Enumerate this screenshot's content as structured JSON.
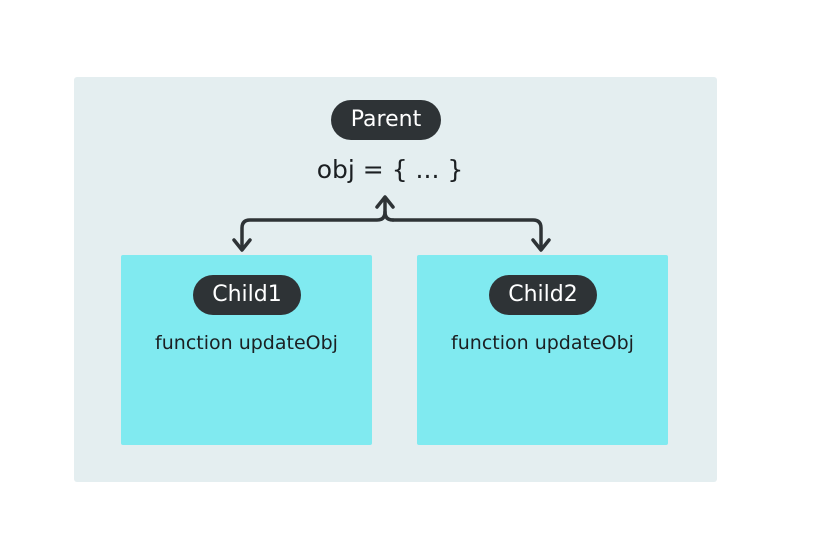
{
  "parent": {
    "label": "Parent",
    "state": "obj = { ... }"
  },
  "children": [
    {
      "label": "Child1",
      "function": "function updateObj"
    },
    {
      "label": "Child2",
      "function": "function updateObj"
    }
  ],
  "colors": {
    "outer_panel": "#e4eef0",
    "child_box": "#80eaf0",
    "pill": "#2e3336",
    "arrow": "#2e3336"
  }
}
